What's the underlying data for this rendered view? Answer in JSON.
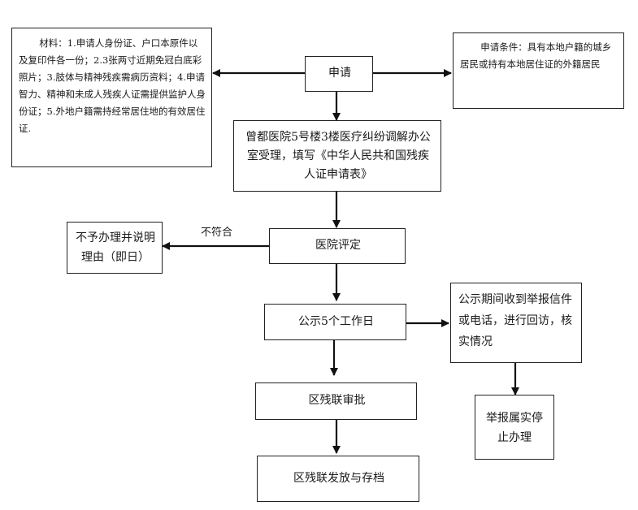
{
  "diagram": {
    "materials": "材料：1.申请人身份证、户口本原件以及复印件各一份；2.3张两寸近期免冠白底彩照片；3.肢体与精神残疾需病历资料；4.申请智力、精神和未成人残疾人证需提供监护人身份证；5.外地户籍需持经常居住地的有效居住证.",
    "apply": "申请",
    "conditions": "申请条件：具有本地户籍的城乡居民或持有本地居住证的外籍居民",
    "accept": "曾都医院5号楼3楼医疗纠纷调解办公室受理，填写《中华人民共和国残疾人证申请表》",
    "reject_label": "不符合",
    "reject": "不予办理并说明理由（即日）",
    "assess": "医院评定",
    "publicity": "公示5个工作日",
    "report_check": "公示期间收到举报信件或电话，进行回访，核实情况",
    "report_true": "举报属实停止办理",
    "approve": "区残联审批",
    "issue": "区残联发放与存档"
  }
}
